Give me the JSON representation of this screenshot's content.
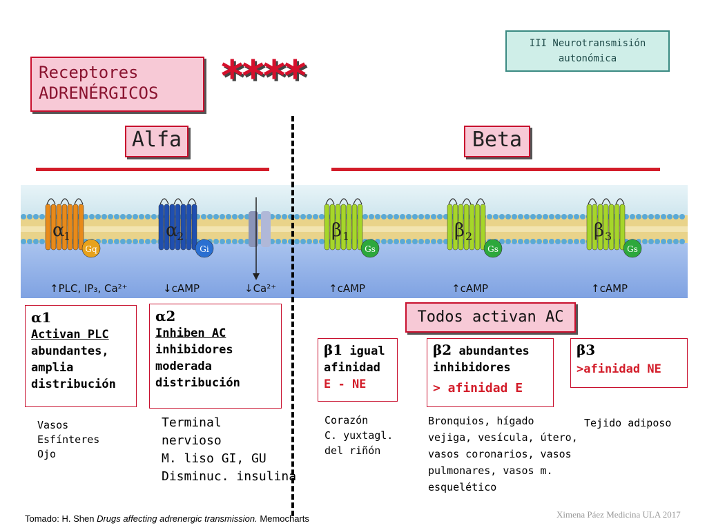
{
  "header": {
    "title_line1": "Receptores",
    "title_line2": "ADRENÉRGICOS",
    "stars": "****",
    "topic_line1": "III Neurotransmisión",
    "topic_line2": "autonómica"
  },
  "sections": {
    "alfa": "Alfa",
    "beta": "Beta"
  },
  "membrane": {
    "receptors": [
      {
        "symbol": "α",
        "sub": "1",
        "g_protein": "Gq",
        "effect": "↑PLC, IP₃, Ca²⁺",
        "color": "#e88a1a"
      },
      {
        "symbol": "α",
        "sub": "2",
        "g_protein": "Gi",
        "effect": "↓cAMP",
        "color": "#1f4fb0"
      },
      {
        "symbol": "β",
        "sub": "1",
        "g_protein": "Gs",
        "effect": "↑cAMP",
        "color": "#a6d62a"
      },
      {
        "symbol": "β",
        "sub": "2",
        "g_protein": "Gs",
        "effect": "↑cAMP",
        "color": "#a6d62a"
      },
      {
        "symbol": "β",
        "sub": "3",
        "g_protein": "Gs",
        "effect": "↑cAMP",
        "color": "#a6d62a"
      }
    ],
    "channel_effect": "↓Ca²⁺"
  },
  "alpha1": {
    "title": "α1",
    "line1": "Activan PLC",
    "line2": "abundantes,",
    "line3": "amplia",
    "line4": "distribución",
    "tissues": [
      "Vasos",
      "Esfínteres",
      "Ojo"
    ]
  },
  "alpha2": {
    "title": "α2",
    "line1": "Inhiben AC",
    "line2": "inhibidores",
    "line3": "moderada",
    "line4": "distribución",
    "tissues": [
      "Terminal",
      "nervioso",
      "M. liso GI, GU",
      "Disminuc. insulina"
    ]
  },
  "todos": "Todos activan AC",
  "beta1": {
    "title": "β1",
    "title_rest": " igual",
    "line2": "afinidad",
    "line3": "E - NE",
    "tissues": [
      "Corazón",
      "C. yuxtagl.",
      "del riñón"
    ]
  },
  "beta2": {
    "title": "β2",
    "title_rest": " abundantes",
    "line2": "inhibidores",
    "line3": "> afinidad E",
    "tissues": [
      "Bronquios, hígado",
      "vejiga, vesícula, útero,",
      "vasos coronarios, vasos",
      "pulmonares, vasos m.",
      "esquelético"
    ]
  },
  "beta3": {
    "title": "β3",
    "line2": ">afinidad NE",
    "tissues": [
      "Tejido adiposo"
    ]
  },
  "footer": {
    "prefix": "Tomado: H. Shen ",
    "italic": "Drugs affecting adrenergic transmission.",
    "suffix": " Memocharts",
    "credit": "Ximena Páez Medicina ULA 2017"
  }
}
